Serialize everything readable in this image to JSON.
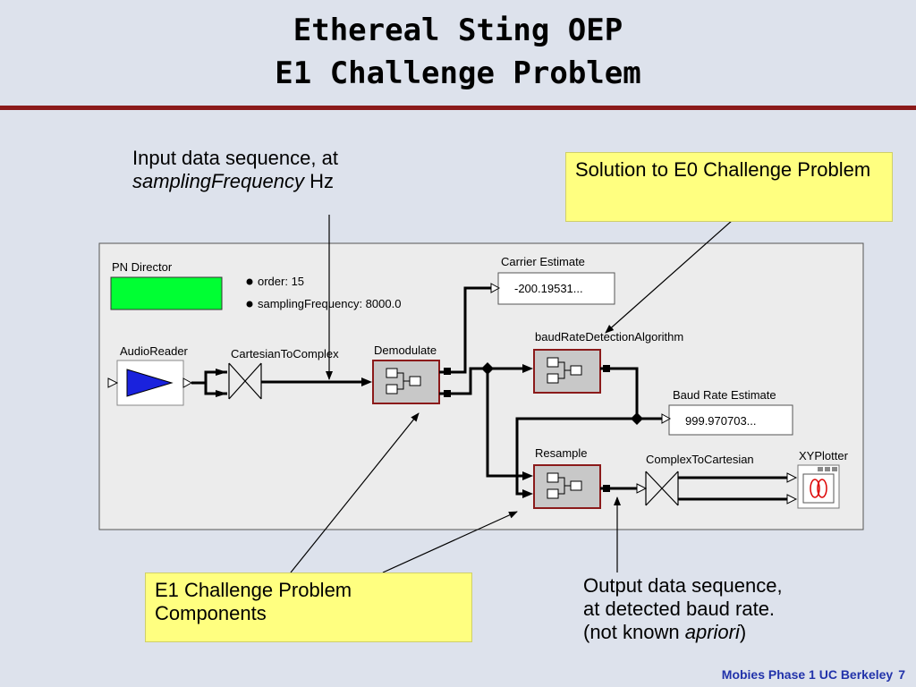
{
  "slide": {
    "title_line1": "Ethereal Sting OEP",
    "title_line2": "E1 Challenge Problem",
    "footer_text": "Mobies Phase 1 UC Berkeley",
    "page_number": "7"
  },
  "annotations": {
    "input_line1": "Input data sequence, at",
    "input_italic": "samplingFrequency",
    "input_unit": " Hz",
    "solution_callout": "Solution to E0 Challenge Problem",
    "components_callout": "E1 Challenge Problem Components",
    "output_line1": "Output data sequence,",
    "output_line2": "at detected baud rate.",
    "output_prefix": "(not known ",
    "output_italic": "apriori",
    "output_suffix": ")"
  },
  "diagram": {
    "director_label": "PN Director",
    "param_order": "order: 15",
    "param_sampling": "samplingFrequency: 8000.0",
    "audio_reader": "AudioReader",
    "cartesian_to_complex": "CartesianToComplex",
    "demodulate": "Demodulate",
    "carrier_estimate_label": "Carrier Estimate",
    "carrier_estimate_value": "-200.19531...",
    "baud_rate_algorithm": "baudRateDetectionAlgorithm",
    "baud_rate_estimate_label": "Baud Rate Estimate",
    "baud_rate_estimate_value": "999.970703...",
    "resample": "Resample",
    "complex_to_cartesian": "ComplexToCartesian",
    "xy_plotter": "XYPlotter"
  },
  "colors": {
    "director_fill": "#00ff33",
    "callout_fill": "#ffff80",
    "rule": "#8b1a1a",
    "composite_border": "#8b1a1a",
    "footer": "#2233aa"
  }
}
